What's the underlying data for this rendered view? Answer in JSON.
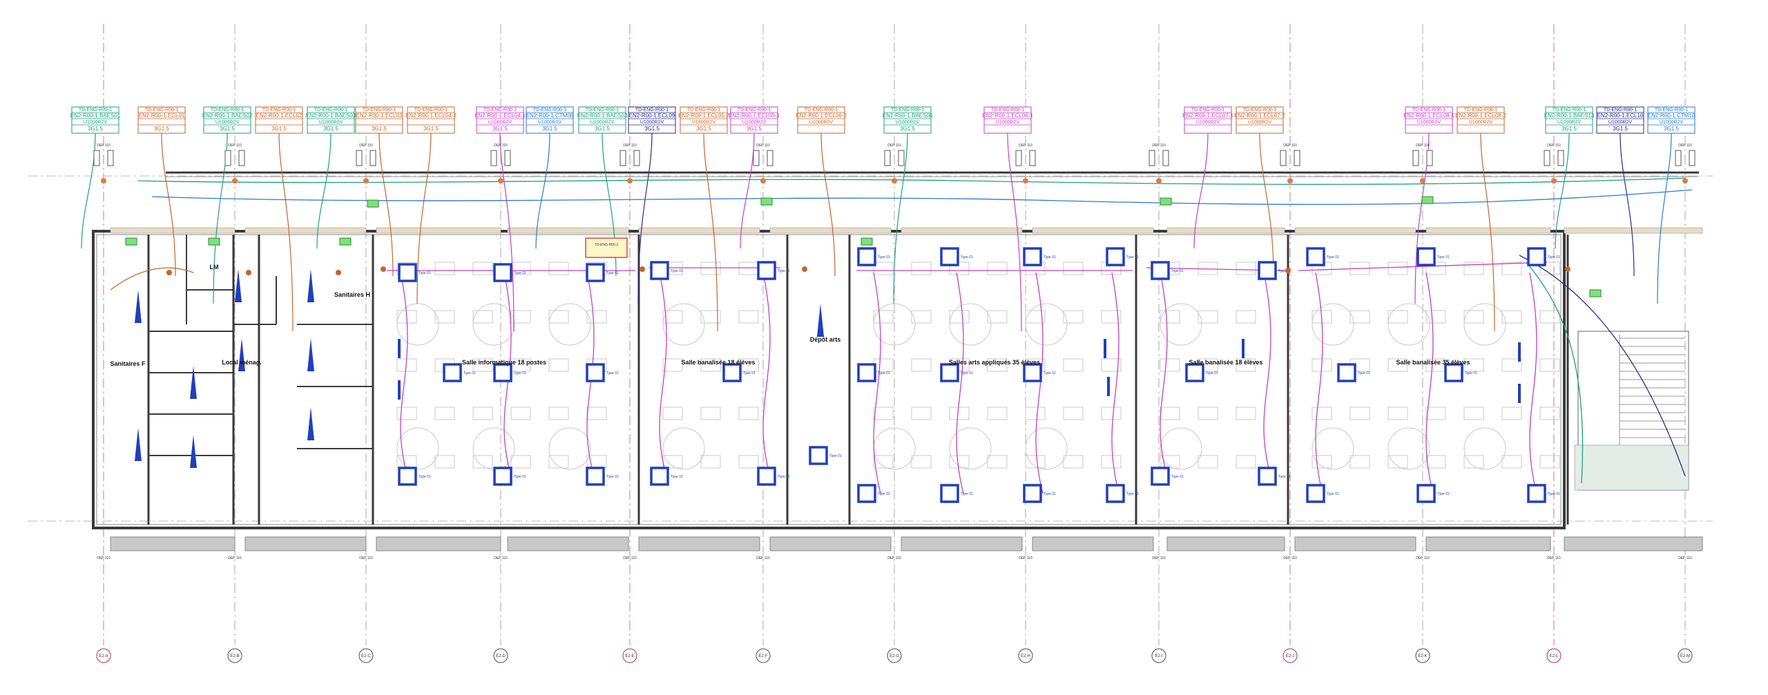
{
  "colors": {
    "green": "#1aa37a",
    "orange": "#c8642a",
    "magenta": "#c83cc8",
    "navy": "#2a2a8a",
    "blue": "#2a7ad0",
    "fixture": "#1f3fbf",
    "wall": "#3a3a3a"
  },
  "circuit_tags": [
    {
      "title": "TD-ENG-R00-1",
      "code": "EN2-R00-1.BAES01",
      "sub": "U1000R2V",
      "sec": "3G1.5",
      "color": "green"
    },
    {
      "title": "TD-ENG-R00-1",
      "code": "EN2-R00-1.ECL01",
      "sub": "",
      "sec": "3G1.5",
      "color": "orange"
    },
    {
      "title": "TD-ENG-R00-1",
      "code": "EN2-R00-1.BAES02",
      "sub": "U1000R2V",
      "sec": "3G1.5",
      "color": "green"
    },
    {
      "title": "TD-ENG-R00-1",
      "code": "EN2-R00-1.ECL02",
      "sub": "",
      "sec": "3G1.5",
      "color": "orange"
    },
    {
      "title": "TD-ENG-R00-1",
      "code": "EN2-R00-1.BAES03",
      "sub": "U1000R2V",
      "sec": "3G1.5",
      "color": "green"
    },
    {
      "title": "TD-ENG-R00-1",
      "code": "EN2-R00-1.ECL03",
      "sub": "",
      "sec": "3G1.5",
      "color": "orange"
    },
    {
      "title": "TD-ENG-R00-1",
      "code": "EN2-R00-1.ECL04-2",
      "sub": "",
      "sec": "3G1.5",
      "color": "orange"
    },
    {
      "title": "TD-ENG-R00-1",
      "code": "EN2-R00-1.ECL04-1",
      "sub": "U1000R2V",
      "sec": "3G1.5",
      "color": "magenta"
    },
    {
      "title": "TD-ENG-R00-1",
      "code": "EN2-R00-1.CTM06",
      "sub": "U1000R2V",
      "sec": "3G1.5",
      "color": "blue"
    },
    {
      "title": "TD-ENG-R00-1",
      "code": "EN2-R00-1.BAES03",
      "sub": "U1000R2V",
      "sec": "3G1.5",
      "color": "green"
    },
    {
      "title": "TD-ENG-R00-1",
      "code": "EN2-R00-1.ECL09",
      "sub": "U1000R2V",
      "sec": "3G1.5",
      "color": "navy"
    },
    {
      "title": "TD-ENG-R00-1",
      "code": "EN2-R00-1.ECL05-2",
      "sub": "U1000R2V",
      "sec": "3G1.5",
      "color": "orange"
    },
    {
      "title": "TD-ENG-R00-1",
      "code": "EN2-R00-1.ECL05-1",
      "sub": "U1000R2V",
      "sec": "3G1.5",
      "color": "magenta"
    },
    {
      "title": "TD-ENG-R00-1",
      "code": "EN2-R00-1.ECL06-2",
      "sub": "U1000R2V",
      "sec": "",
      "color": "orange"
    },
    {
      "title": "TD-ENG-R00-1",
      "code": "EN2-R00-1.BAES06",
      "sub": "U1000R2V",
      "sec": "3G1.5",
      "color": "green"
    },
    {
      "title": "TD-ENG-R00-1",
      "code": "EN2-R00-1.ECL06-1",
      "sub": "U1000R2V",
      "sec": "",
      "color": "magenta"
    },
    {
      "title": "TD-ENG-R00-1",
      "code": "EN2-R00-1.ECL07-1",
      "sub": "U1000R2V",
      "sec": "",
      "color": "magenta"
    },
    {
      "title": "TD-ENG-R00-1",
      "code": "EN2-R00-1.ECL07-2",
      "sub": "U1000R2V",
      "sec": "",
      "color": "orange"
    },
    {
      "title": "TD-ENG-R00-1",
      "code": "EN2-R00-1.ECL08-1",
      "sub": "U1000R2V",
      "sec": "",
      "color": "magenta"
    },
    {
      "title": "TD-ENG-R00-1",
      "code": "EN2-R00-1.ECL08-2",
      "sub": "U1000R2V",
      "sec": "",
      "color": "orange"
    },
    {
      "title": "TD-ENG-R00-1",
      "code": "EN2-R00-1.BAES13",
      "sub": "U1000R2V",
      "sec": "3G1.5",
      "color": "green"
    },
    {
      "title": "TD-ENG-R00-1",
      "code": "EN2-R00-1.ECL10",
      "sub": "U1000R2V",
      "sec": "3G1.5",
      "color": "navy"
    },
    {
      "title": "TD-ENG-R00-1",
      "code": "EN2-R00-1.CTM10",
      "sub": "U1000R2V",
      "sec": "3G1.5",
      "color": "blue"
    }
  ],
  "rooms": [
    {
      "name": "Sanitaires F"
    },
    {
      "name": "LM"
    },
    {
      "name": "Local ménag."
    },
    {
      "name": "Sanitaires H"
    },
    {
      "name": "Salle informatique 18 postes"
    },
    {
      "name": "Salle banalisée 18 élèves"
    },
    {
      "name": "Dépôt arts"
    },
    {
      "name": "Salles arts appliqués 35 élèves"
    },
    {
      "name": "Salle banalisée 18 élèves"
    },
    {
      "name": "Salle banalisée 35 élèves"
    }
  ],
  "grid_labels": [
    "E2-A",
    "E2-B",
    "E2-C",
    "E2-D",
    "E2-E",
    "E2-F",
    "E2-G",
    "E2-H",
    "E2-I",
    "E2-J",
    "E2-K",
    "E2-L",
    "E2-M"
  ],
  "fixture_label": "Type 01",
  "deep_label": "DEP 110",
  "note_label": "TD-ENG-R00-1"
}
